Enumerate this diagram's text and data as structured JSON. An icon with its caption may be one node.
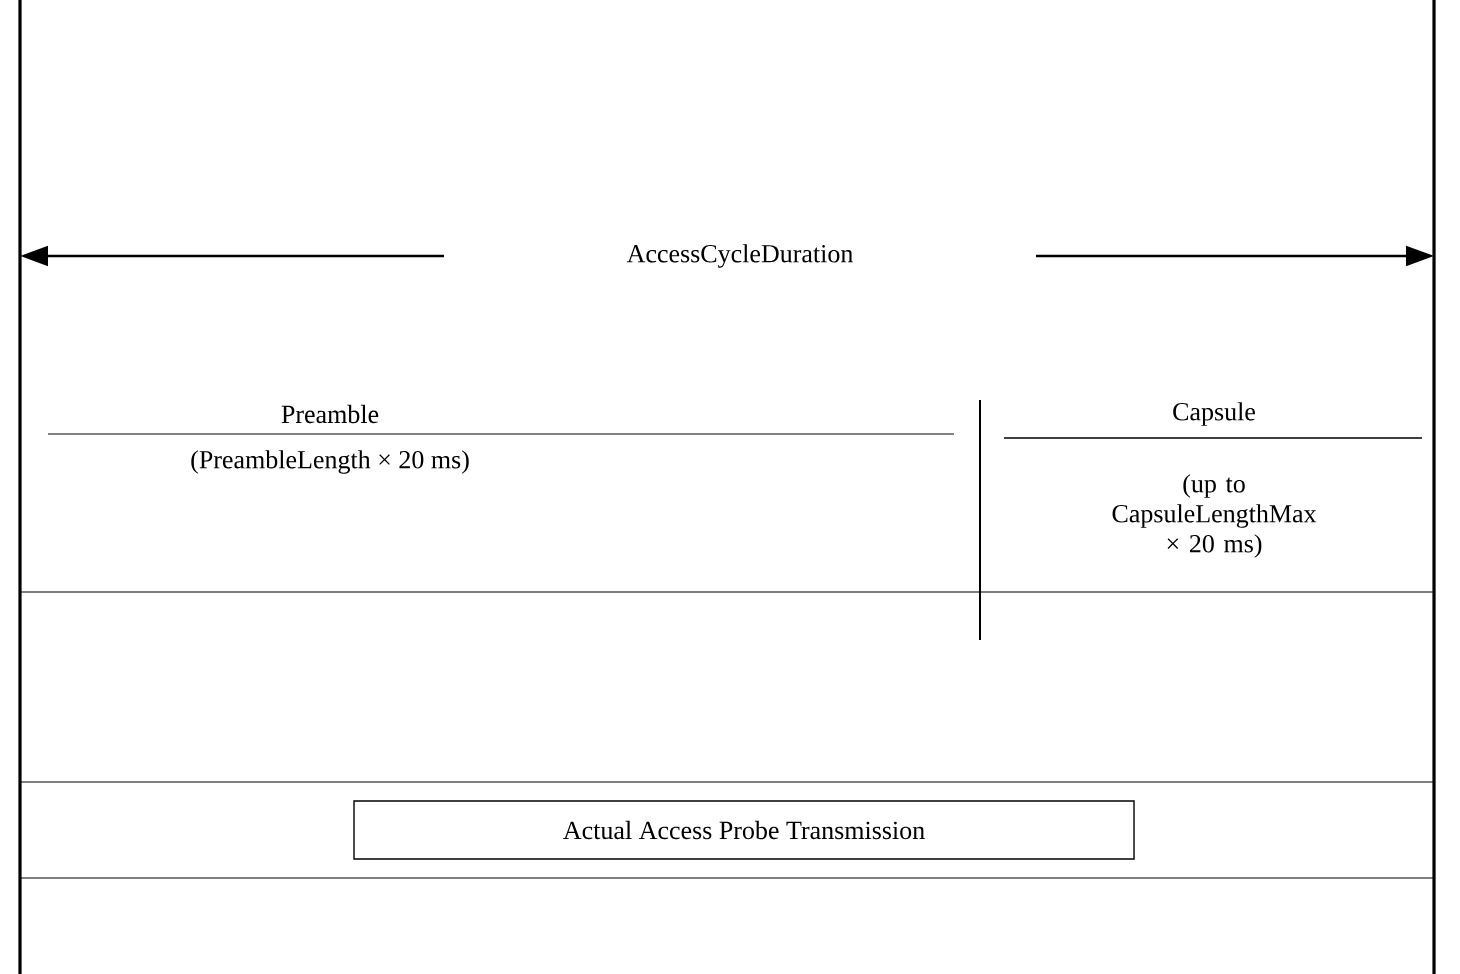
{
  "diagram": {
    "nodes": [
      {
        "text": [
          "Actual Access Probe Transmission"
        ]
      }
    ],
    "labels": [
      "AccessCycleDuration",
      "Preamble",
      "(PreambleLength × 20 ms)",
      "Capsule",
      "(up to CapsuleLengthMax × 20 ms)"
    ]
  }
}
